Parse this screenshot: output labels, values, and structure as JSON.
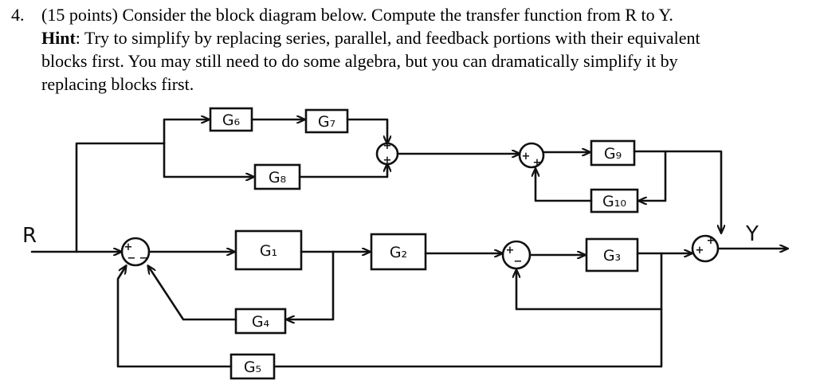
{
  "problem": {
    "number": "4.",
    "line1": "(15 points) Consider the block diagram below. Compute the transfer function from R to Y.",
    "hint_label": "Hint",
    "line2": ": Try to simplify by replacing series, parallel, and feedback portions with their equivalent",
    "line3": "blocks first. You may still need to do some algebra, but you can dramatically simplify it by",
    "line4": "replacing blocks first."
  },
  "diagram": {
    "input_label": "R",
    "output_label": "Y",
    "blocks": {
      "g1": "G₁",
      "g2": "G₂",
      "g3": "G₃",
      "g4": "G₄",
      "g5": "G₅",
      "g6": "G₆",
      "g7": "G₇",
      "g8": "G₈",
      "g9": "G₉",
      "g10": "G₁₀"
    },
    "signs": {
      "plus": "+",
      "minus": "−"
    }
  }
}
